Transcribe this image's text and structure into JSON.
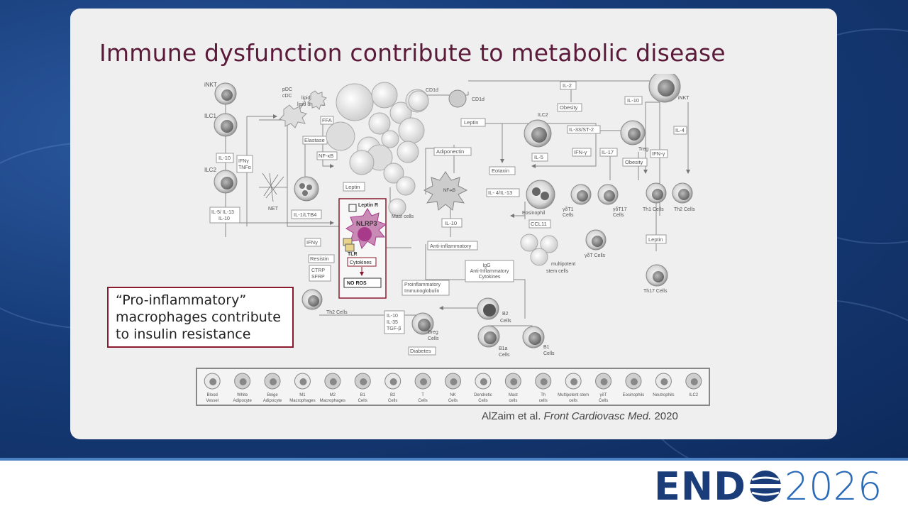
{
  "title": "Immune dysfunction contribute to metabolic disease",
  "callout": {
    "line1": "“Pro-inflammatory”",
    "line2": "macrophages contribute",
    "line3": "to insulin resistance"
  },
  "citation": {
    "authors": "AlZaim et al.",
    "journal": "Front Cardiovasc Med.",
    "year": "2020"
  },
  "logo": {
    "brand": "END",
    "year": "2026"
  },
  "diagram": {
    "cell_labels": {
      "inkt_left": "iNKT",
      "ilc1": "ILC1",
      "ilc2_left": "ILC2",
      "pdc": "pDC",
      "cdc": "cDC",
      "lipid_droplets": "lipid droplets",
      "net": "NET",
      "cd1d_a": "CD1d",
      "cd1d_b": "CD1d",
      "ilc2_right": "ILC2",
      "inkt_right": "iNKT",
      "treg": "Treg",
      "th1": "Th1 Cells",
      "th2_right": "Th2 Cells",
      "eosinophil": "Eosinophil",
      "gdt1": "γδT1 Cells",
      "gdt17": "γδT17 Cells",
      "gdt": "γδT Cells",
      "th17": "Th17 Cells",
      "multipotent": "multipotent stem cells",
      "mast": "Mast cells",
      "b2": "B2 Cells",
      "b1a": "B1a Cells",
      "b1": "B1 Cells",
      "breg": "Breg Cells",
      "th2_left": "Th2 Cells",
      "leptin_r": "Leptin R",
      "nlrp3": "NLRP3",
      "tlr": "TLR",
      "nfkb_cell": "NF-κB"
    },
    "boxes": {
      "il10_left": "IL-10",
      "ifng_tnfa": "IFNγ TNFα",
      "il5_il13_il10": "IL-5/ IL-13 IL-10",
      "ffa": "FFA",
      "elastase": "Elastase",
      "nfkb": "NF-κB",
      "il1_ltb4": "IL-1/LTB4",
      "ifng_small": "IFNγ",
      "resistin": "Resistin",
      "ctrp_sfrp": "CTRP SFRP",
      "leptin_mid": "Leptin",
      "adiponectin": "Adiponectin",
      "leptin_top": "Leptin",
      "eotaxin": "Eotaxin",
      "il4_il13": "IL- 4/IL-13",
      "il10_mid": "IL-10",
      "anti_inflammatory": "Anti-inflammatory",
      "cytokines": "Cytokines",
      "no_ros": "NO ROS",
      "il2": "IL-2",
      "obesity_top": "Obesity",
      "il33_st2": "IL-33/ST-2",
      "il10_right": "IL-10",
      "il4": "IL-4",
      "ifng_right": "IFN-γ",
      "obesity_treg": "Obesity",
      "il5": "IL-5",
      "ifng_gd": "IFN-γ",
      "il17": "IL-17",
      "ccl11": "CCL11",
      "leptin_th": "Leptin",
      "igg": "IgG Anti-inflammatory Cytokines",
      "proinflammatory": "Proinflammatory Immunoglobulin",
      "il10_il35_tgfb": "IL-10 IL-35 TGF-β",
      "diabetes": "Diabetes"
    },
    "legend": [
      "Blood Vessel",
      "White Adipocyte",
      "Beige Adipocyte",
      "M1 Macrophages",
      "M2 Macrophages",
      "B1 Cells",
      "B2 Cells",
      "T Cells",
      "NK Cells",
      "Dendretic Cells",
      "Mast cells",
      "Th cells",
      "Multipotent stem cells",
      "γδT Cells",
      "Eosinophils",
      "Neutrophils",
      "ILC2"
    ],
    "colors": {
      "macrophage": "#a83a8a",
      "box_border": "#8b1a2e",
      "line": "#777777"
    }
  }
}
